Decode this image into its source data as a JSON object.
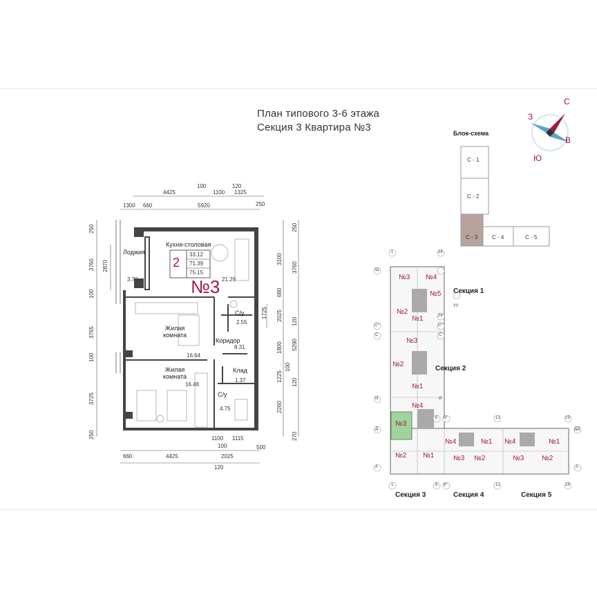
{
  "title": {
    "line1": "План типового 3-6 этажа",
    "line2": "Секция 3   Квартира №3"
  },
  "compass": {
    "north": "С",
    "west": "З",
    "east": "В",
    "south": "Ю"
  },
  "block_scheme": {
    "title": "Блок-схема",
    "labels": [
      "С - 1",
      "С - 2",
      "С - 3",
      "С - 4",
      "С - 5"
    ],
    "highlight": "С - 3",
    "highlight_color": "#b9a39c"
  },
  "plan": {
    "apartment_number": "№3",
    "rooms_count": "2",
    "areas": [
      "33.12",
      "71.39",
      "75.15"
    ],
    "rooms": [
      {
        "name": "Кухня-столовая",
        "area": "21.29"
      },
      {
        "name": "Лоджия",
        "area": "3.76"
      },
      {
        "name": "С/у",
        "area": "2.55"
      },
      {
        "name": "Жилая\nкомната",
        "area": "16.64"
      },
      {
        "name": "Коридор",
        "area": "8.31"
      },
      {
        "name": "Клад",
        "area": "1.37"
      },
      {
        "name": "Жилая\nкомната",
        "area": "16.48"
      },
      {
        "name": "С/у",
        "area": "4.75"
      }
    ],
    "dims_top1": [
      "4425",
      "100",
      "1100",
      "120",
      "1325"
    ],
    "dims_top2": [
      "1300",
      "660",
      "5920",
      "250"
    ],
    "dims_bottom1": [
      "1100",
      "1115",
      "100",
      "2025",
      "500"
    ],
    "dims_bottom2": [
      "660",
      "4425",
      "120"
    ],
    "dims_left1": [
      "250",
      "3760",
      "100",
      "3765",
      "100",
      "3725",
      "250"
    ],
    "dims_left2": [
      "2870"
    ],
    "dims_right1": [
      "3100",
      "680",
      "2025",
      "1800",
      "1225",
      "2260"
    ],
    "dims_right2": [
      "250",
      "3760",
      "120",
      "5290",
      "100",
      "120",
      "270"
    ],
    "dims_right3": [
      "1725"
    ]
  },
  "key_plan": {
    "sections": [
      "Секция 1",
      "Секция 2",
      "Секция 3",
      "Секция 4",
      "Секция 5"
    ],
    "highlight_color": "#9fd49b",
    "apartments": [
      "№3",
      "№4",
      "№5",
      "№2",
      "№1",
      "№3",
      "№2",
      "№1",
      "№4",
      "№3",
      "№2",
      "№1",
      "№4",
      "№1",
      "№4",
      "№1",
      "№3",
      "№2",
      "№3",
      "№2"
    ],
    "axes": [
      "1",
      "24",
      "Ш",
      "УУ",
      "24",
      "С*",
      "С*",
      "С",
      "С",
      "И",
      "И",
      "Д",
      "6",
      "6*",
      "12",
      "19",
      "ДД",
      "А",
      "А",
      "1",
      "6",
      "6*",
      "12",
      "19"
    ]
  }
}
